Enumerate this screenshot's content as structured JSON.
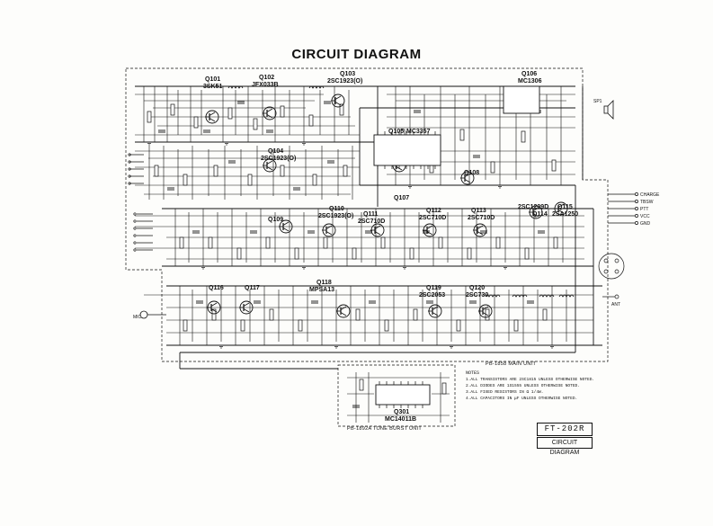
{
  "title": "CIRCUIT DIAGRAM",
  "transistors": {
    "q101": {
      "ref": "Q101",
      "type": "3SK51"
    },
    "q102": {
      "ref": "Q102",
      "type": "JFX033B"
    },
    "q103": {
      "ref": "Q103",
      "type": "2SC1923(O)"
    },
    "q104": {
      "ref": "Q104",
      "type": "2SC1923(O)"
    },
    "q105": {
      "ref": "Q105",
      "type": "MC3357"
    },
    "q106": {
      "ref": "Q106",
      "type": "MC1306"
    },
    "q107": {
      "ref": "Q107"
    },
    "q108": {
      "ref": "Q108"
    },
    "q109": {
      "ref": "Q109"
    },
    "q110": {
      "ref": "Q110",
      "type": "2SC1923(O)"
    },
    "q111": {
      "ref": "Q111",
      "type": "2SC710D"
    },
    "q112": {
      "ref": "Q112",
      "type": "2SC710D"
    },
    "q113": {
      "ref": "Q113",
      "type": "2SC710D"
    },
    "q114": {
      "ref": "Q114",
      "type": "2SC1209D"
    },
    "q115": {
      "ref": "Q115",
      "type": "2SA1250"
    },
    "q116": {
      "ref": "Q116"
    },
    "q117": {
      "ref": "Q117"
    },
    "q118": {
      "ref": "Q118",
      "type": "MPSA13"
    },
    "q119": {
      "ref": "Q119",
      "type": "2SC2053"
    },
    "q120": {
      "ref": "Q120",
      "type": "2SC730"
    },
    "q301": {
      "ref": "Q301",
      "type": "MC14011B"
    }
  },
  "connectors": {
    "charge": "CHARGE",
    "tbsw": "TBSW",
    "ptt": "PTT",
    "vcc": "VCC",
    "gnd": "GND",
    "mic": "MIC",
    "ant": "ANT",
    "sp": "SP1"
  },
  "units": {
    "main": "PB-1858 MAIN UNIT",
    "tone": "PB-1892A TONE BURST UNIT"
  },
  "notes": {
    "heading": "NOTES",
    "items": [
      "1.ALL TRANSISTORS ARE 2SC1815 UNLESS OTHERWISE NOTED.",
      "2.ALL DIODES ARE 1S1555 UNLESS OTHERWISE NOTED.",
      "3.ALL FIXED RESISTORS IN Ω 1/4W.",
      "4.ALL CAPACITORS IN μF UNLESS OTHERWISE NOTED."
    ]
  },
  "title_block": {
    "model": "FT-202R",
    "sheet": "CIRCUIT DIAGRAM"
  }
}
